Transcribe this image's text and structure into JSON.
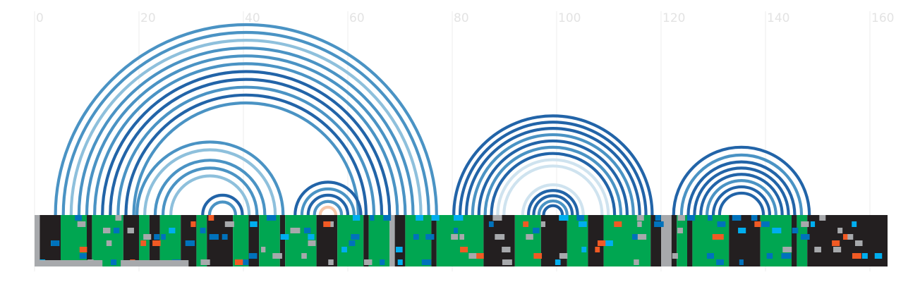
{
  "chart_data": {
    "type": "arc-diagram",
    "x_axis": {
      "range": [
        0,
        161
      ],
      "ticks": [
        0,
        20,
        40,
        60,
        80,
        100,
        120,
        140,
        160
      ],
      "tick_labels": [
        "0",
        "20",
        "40",
        "60",
        "80",
        "100",
        "120",
        "140",
        "160"
      ],
      "grid": true
    },
    "colors": {
      "arc_dark": "#2264a8",
      "arc_mid": "#4a93c4",
      "arc_light": "#8ec0dc",
      "arc_pale": "#cfe3ef",
      "arc_peach": "#f7c6a8",
      "track_black": "#231f20",
      "track_green": "#00a651",
      "track_gray": "#a7a9ac",
      "track_blue": "#0072bc",
      "track_cyan": "#00aeef",
      "track_orange": "#f15a24"
    },
    "arc_groups": [
      {
        "center": 40.5,
        "radii": [
          36.5,
          35.0,
          33.5,
          32.0,
          30.5,
          29.0,
          27.5,
          26.0,
          24.5,
          23.0,
          21.5
        ],
        "tones": [
          "mid",
          "mid",
          "light",
          "mid",
          "mid",
          "mid",
          "dark",
          "dark",
          "mid",
          "dark",
          "mid"
        ]
      },
      {
        "center": 33.6,
        "radii": [
          14.0,
          12.5,
          10.5,
          9.0,
          7.5
        ],
        "tones": [
          "mid",
          "light",
          "mid",
          "mid",
          "light"
        ]
      },
      {
        "center": 36.0,
        "radii": [
          3.8,
          2.5
        ],
        "tones": [
          "dark",
          "mid"
        ]
      },
      {
        "center": 56.2,
        "radii": [
          6.3,
          5.0,
          3.8,
          2.6,
          1.5
        ],
        "tones": [
          "dark",
          "mid",
          "dark",
          "mid",
          "peach"
        ]
      },
      {
        "center": 99.3,
        "radii": [
          19.0,
          17.8,
          16.6,
          15.4,
          14.2,
          13.0,
          11.8,
          10.6,
          9.4
        ],
        "tones": [
          "dark",
          "dark",
          "dark",
          "mid",
          "dark",
          "mid",
          "dark",
          "pale",
          "pale"
        ]
      },
      {
        "center": 99.3,
        "radii": [
          5.8,
          4.7,
          3.7,
          2.7,
          1.8
        ],
        "tones": [
          "pale",
          "dark",
          "dark",
          "mid",
          "dark"
        ]
      },
      {
        "center": 135.4,
        "radii": [
          13.0,
          11.5,
          10.2,
          9.0,
          7.8,
          6.6,
          5.4,
          4.2
        ],
        "tones": [
          "dark",
          "mid",
          "dark",
          "dark",
          "dark",
          "mid",
          "dark",
          "dark"
        ]
      }
    ],
    "track": {
      "length": 164,
      "segments": [
        {
          "start": 0,
          "end": 1,
          "color": "track_gray"
        },
        {
          "start": 1,
          "end": 5,
          "color": "track_black"
        },
        {
          "start": 5,
          "end": 10,
          "color": "track_green"
        },
        {
          "start": 10,
          "end": 11,
          "color": "track_black"
        },
        {
          "start": 11,
          "end": 17,
          "color": "track_green"
        },
        {
          "start": 17,
          "end": 20,
          "color": "track_black"
        },
        {
          "start": 20,
          "end": 22,
          "color": "track_green"
        },
        {
          "start": 22,
          "end": 24,
          "color": "track_black"
        },
        {
          "start": 24,
          "end": 28,
          "color": "track_green"
        },
        {
          "start": 28,
          "end": 31,
          "color": "track_black"
        },
        {
          "start": 31,
          "end": 33,
          "color": "track_green"
        },
        {
          "start": 33,
          "end": 38,
          "color": "track_black"
        },
        {
          "start": 38,
          "end": 41,
          "color": "track_green"
        },
        {
          "start": 41,
          "end": 43,
          "color": "track_black"
        },
        {
          "start": 43,
          "end": 47,
          "color": "track_green"
        },
        {
          "start": 47,
          "end": 48,
          "color": "track_black"
        },
        {
          "start": 48,
          "end": 54,
          "color": "track_green"
        },
        {
          "start": 54,
          "end": 58,
          "color": "track_black"
        },
        {
          "start": 58,
          "end": 63,
          "color": "track_green"
        },
        {
          "start": 63,
          "end": 64,
          "color": "track_black"
        },
        {
          "start": 64,
          "end": 68,
          "color": "track_green"
        },
        {
          "start": 68,
          "end": 69,
          "color": "track_gray"
        },
        {
          "start": 69,
          "end": 71,
          "color": "track_black"
        },
        {
          "start": 71,
          "end": 76,
          "color": "track_green"
        },
        {
          "start": 76,
          "end": 77,
          "color": "track_black"
        },
        {
          "start": 77,
          "end": 86,
          "color": "track_green"
        },
        {
          "start": 86,
          "end": 92,
          "color": "track_black"
        },
        {
          "start": 92,
          "end": 97,
          "color": "track_green"
        },
        {
          "start": 97,
          "end": 102,
          "color": "track_black"
        },
        {
          "start": 102,
          "end": 106,
          "color": "track_green"
        },
        {
          "start": 106,
          "end": 109,
          "color": "track_black"
        },
        {
          "start": 109,
          "end": 118,
          "color": "track_green"
        },
        {
          "start": 118,
          "end": 120,
          "color": "track_black"
        },
        {
          "start": 120,
          "end": 122,
          "color": "track_gray"
        },
        {
          "start": 122,
          "end": 123,
          "color": "track_black"
        },
        {
          "start": 123,
          "end": 125,
          "color": "track_green"
        },
        {
          "start": 125,
          "end": 126,
          "color": "track_black"
        },
        {
          "start": 126,
          "end": 133,
          "color": "track_green"
        },
        {
          "start": 133,
          "end": 139,
          "color": "track_black"
        },
        {
          "start": 139,
          "end": 145,
          "color": "track_green"
        },
        {
          "start": 145,
          "end": 146,
          "color": "track_black"
        },
        {
          "start": 146,
          "end": 148,
          "color": "track_green"
        },
        {
          "start": 148,
          "end": 164,
          "color": "track_black"
        }
      ]
    }
  }
}
